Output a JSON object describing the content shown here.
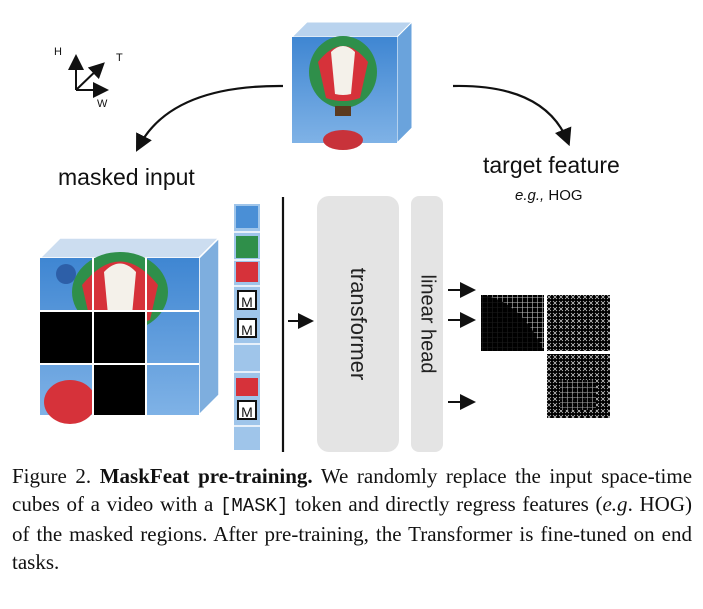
{
  "figure": {
    "axes": {
      "h": "H",
      "t": "T",
      "w": "W"
    },
    "masked_input_label": "masked input",
    "target_feature_label": "target feature",
    "target_eg_prefix": "e.g.,",
    "target_eg_value": "HOG",
    "mask_token_letter": "M",
    "transformer_label": "transformer",
    "linear_head_label": "linear head"
  },
  "caption": {
    "figure_num": "Figure 2.",
    "bold_title": "MaskFeat pre-training.",
    "text_1": " We randomly replace the input space-time cubes of a video with a ",
    "mask_token": "[MASK]",
    "text_2": " token and directly regress features (",
    "eg": "e.g",
    "text_3": ". HOG) of the masked regions. After pre-training, the Transformer is fine-tuned on end tasks."
  },
  "colors": {
    "sky": "#4a8fd6",
    "block_gray": "#e4e4e4",
    "balloon_red": "#d6323a",
    "balloon_green": "#2f8f4a"
  }
}
